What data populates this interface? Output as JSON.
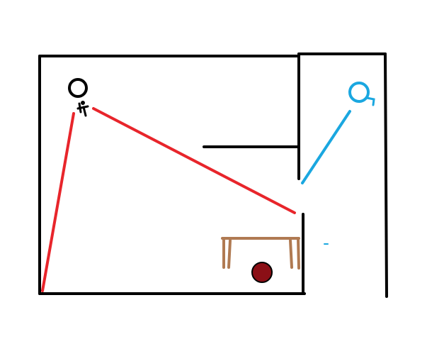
{
  "scene": {
    "colors": {
      "background": "#ffffff",
      "walls": "#000000",
      "red_laser": "#e8252b",
      "blue_laser": "#1aa7e0",
      "table": "#b07a52",
      "ball": "#8b0f16",
      "ball_outline": "#000000"
    },
    "elements": [
      "black-circle-sensor",
      "small-black-figure",
      "red-laser-beams",
      "blue-laser-beam",
      "blue-circle-sensor",
      "wooden-table",
      "red-ball"
    ]
  }
}
